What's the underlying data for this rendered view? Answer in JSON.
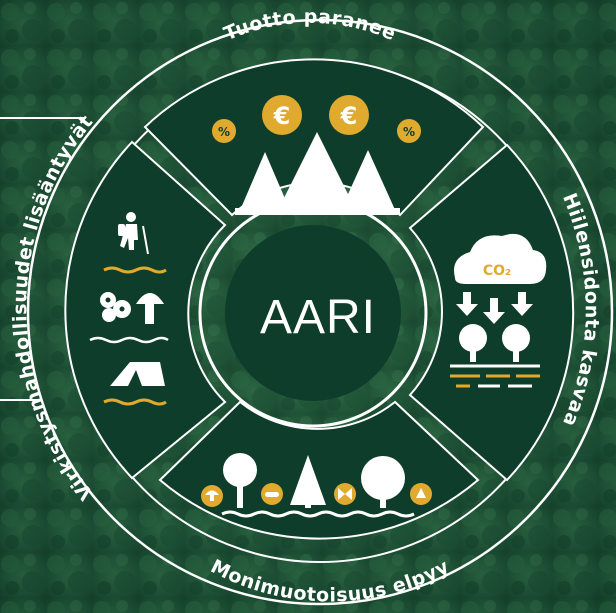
{
  "center": {
    "label": "AARI"
  },
  "quadrants": {
    "top": {
      "label": "Tuotto paranee",
      "icons": [
        "percent-badge-icon",
        "euro-coin-icon",
        "euro-coin-icon",
        "percent-badge-icon",
        "spruce-trees-icon"
      ],
      "coin_symbol": "€",
      "percent_symbol": "%"
    },
    "right": {
      "label": "Hiilensidonta kasvaa",
      "icons": [
        "co2-cloud-icon",
        "down-arrow-icon",
        "tree-icon",
        "ground-lines-icon"
      ],
      "co2_text": "CO₂"
    },
    "bottom": {
      "label": "Monimuotoisuus elpyy",
      "icons": [
        "mushroom-badge-icon",
        "deciduous-tree-icon",
        "worm-badge-icon",
        "spruce-icon",
        "butterfly-badge-icon",
        "round-tree-icon",
        "bird-badge-icon",
        "ground-line-icon"
      ]
    },
    "left": {
      "label": "Virkistysmahdollisuudet lisääntyvät",
      "icons": [
        "hiker-icon",
        "berries-icon",
        "mushroom-icon",
        "tent-icon"
      ]
    }
  },
  "colors": {
    "forest_dark": "#0f3d2b",
    "panel": "#0e3a29",
    "accent_gold": "#e0aa2e",
    "white": "#ffffff"
  }
}
